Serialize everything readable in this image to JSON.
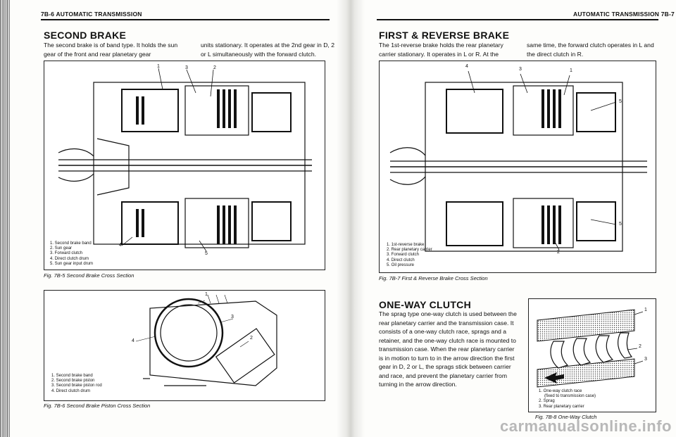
{
  "left_page": {
    "header": "7B-6 AUTOMATIC TRANSMISSION",
    "section_title": "SECOND BRAKE",
    "para_col1": "The second brake is of band type. It holds the sun gear of the front and rear planetary gear",
    "para_col2": "units stationary. It operates at the 2nd gear in D, 2 or L simultaneously with the forward clutch.",
    "fig5": {
      "callouts": [
        "1",
        "3",
        "2",
        "4",
        "5"
      ],
      "legend": [
        "1. Second brake band",
        "2. Sun gear",
        "3. Forward clutch",
        "4. Direct clutch drum",
        "5. Sun gear input drum"
      ],
      "caption": "Fig. 7B-5 Second Brake Cross Section"
    },
    "fig6": {
      "callouts": [
        "1",
        "3",
        "4",
        "2"
      ],
      "legend": [
        "1. Second brake band",
        "2. Second brake piston",
        "3. Second brake piston rod",
        "4. Direct clutch drum"
      ],
      "caption": "Fig. 7B-6 Second Brake Piston Cross Section"
    }
  },
  "right_page": {
    "header": "AUTOMATIC TRANSMISSION 7B-7",
    "section_title": "FIRST & REVERSE BRAKE",
    "para_col1": "The 1st-reverse brake holds the rear planetary carrier stationary. It operates in L or R. At the",
    "para_col2": "same time, the forward clutch operates in L and the direct clutch in R.",
    "fig7": {
      "callouts": [
        "4",
        "3",
        "1",
        "5",
        "5",
        "2"
      ],
      "legend": [
        "1. 1st-reverse brake",
        "2. Rear planetary carrier",
        "3. Forward clutch",
        "4. Direct clutch",
        "5. Oil pressure"
      ],
      "caption": "Fig. 7B-7 First & Reverse Brake Cross Section"
    },
    "oneway": {
      "title": "ONE-WAY CLUTCH",
      "paragraph": "The sprag type one-way clutch is used between the rear planetary carrier and the transmission case. It consists of a one-way clutch race, sprags and a retainer, and the one-way clutch race is mounted to transmission case. When the rear planetary carrier is in motion to turn to in the arrow direction the first gear in D, 2 or L, the sprags stick between carrier and race, and prevent the planetary carrier from turning in the arrow direction."
    },
    "fig8": {
      "callouts": [
        "1",
        "2",
        "3"
      ],
      "legend": [
        "1. One-way clutch race",
        "(fixed to transmission case)",
        "2. Sprag",
        "3. Rear planetary carrier"
      ],
      "caption": "Fig. 7B-8 One-Way Clutch"
    }
  },
  "watermark": "carmanualsonline.info"
}
